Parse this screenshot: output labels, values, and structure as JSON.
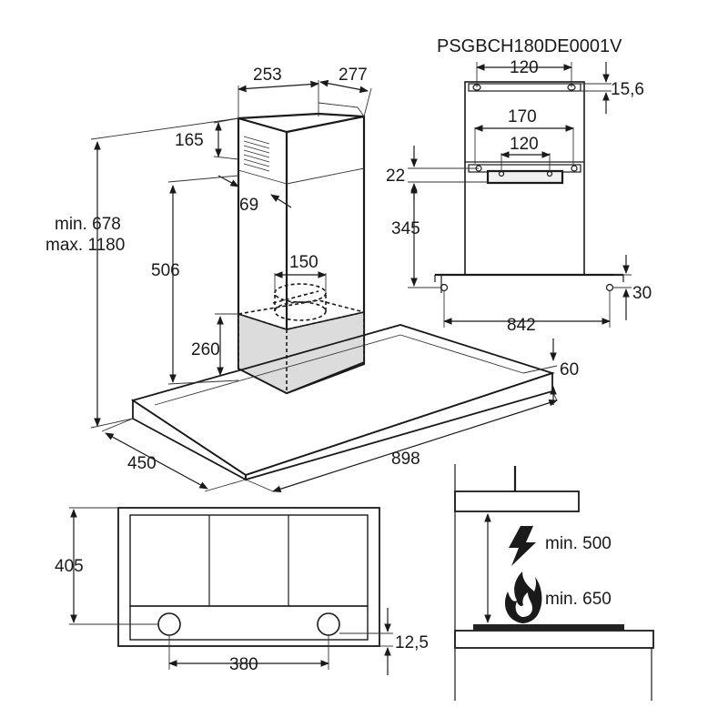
{
  "model_code": "PSGBCH180DE0001V",
  "perspective": {
    "chimney_width": "253",
    "chimney_depth": "277",
    "vent_height": "165",
    "vent_offset": "69",
    "height_range_min": "min. 678",
    "height_range_max": "max. 1180",
    "canopy_to_bracket": "506",
    "duct_diameter": "150",
    "motor_height": "260",
    "canopy_depth": "450",
    "canopy_width": "898",
    "canopy_thickness": "60"
  },
  "rear_view": {
    "top_bracket_spacing": "120",
    "top_bracket_offset": "15,6",
    "mid_bracket_outer": "170",
    "mid_bracket_inner": "120",
    "mid_bracket_offset": "22",
    "bracket_to_hole": "345",
    "hole_offset": "30",
    "hole_spacing": "842"
  },
  "bottom_view": {
    "depth": "405",
    "hole_spacing": "380",
    "hole_offset": "12,5"
  },
  "clearance": {
    "electric_label": "min. 500",
    "gas_label": "min. 650",
    "electric_icon": "lightning-icon",
    "gas_icon": "flame-icon"
  }
}
